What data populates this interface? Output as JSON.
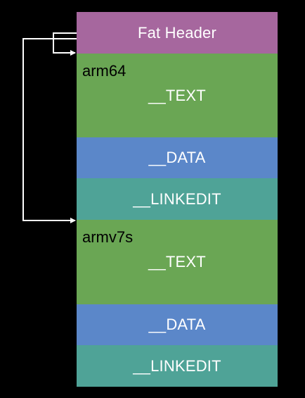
{
  "fat_header": {
    "label": "Fat Header"
  },
  "slices": [
    {
      "arch": "arm64",
      "segments": {
        "text": "__TEXT",
        "data": "__DATA",
        "linkedit": "__LINKEDIT"
      }
    },
    {
      "arch": "armv7s",
      "segments": {
        "text": "__TEXT",
        "data": "__DATA",
        "linkedit": "__LINKEDIT"
      }
    }
  ],
  "colors": {
    "background": "#000000",
    "fat_header": "#a6679e",
    "text_segment": "#6aa654",
    "data_segment": "#5b87c9",
    "linkedit_segment": "#4fa397",
    "arrows": "#ffffff"
  }
}
